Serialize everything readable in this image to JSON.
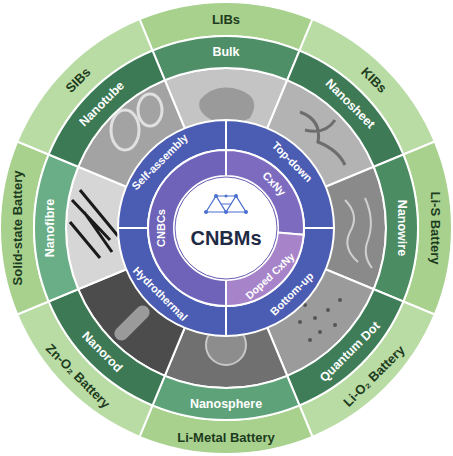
{
  "diagram": {
    "nodes": [
      {
        "text": [
          "LIBs"
        ]
      },
      {
        "text": [
          "KIBs"
        ]
      },
      {
        "text": [
          "Li-S Battery"
        ]
      },
      {
        "text": [
          "Li-O₂ Battery"
        ]
      },
      {
        "text": [
          "Li-Metal Battery"
        ]
      },
      {
        "text": [
          "Zn-O₂ Battery"
        ]
      },
      {
        "text": [
          "Solid-state Battery"
        ]
      },
      {
        "text": [
          "SIBs"
        ]
      },
      {
        "text": [
          "Bulk"
        ]
      },
      {
        "text": [
          "Nanosheet"
        ]
      },
      {
        "text": [
          "Nanowire"
        ]
      },
      {
        "text": [
          "Quantum Dot"
        ]
      },
      {
        "text": [
          "Nanosphere"
        ]
      },
      {
        "text": [
          "Nanorod"
        ]
      },
      {
        "text": [
          "Nanofibre"
        ]
      },
      {
        "text": [
          "Nanotube"
        ]
      },
      {
        "text": [
          "Top-down"
        ]
      },
      {
        "text": [
          "Bottom-up"
        ]
      },
      {
        "text": [
          "Hydrothermal"
        ]
      },
      {
        "text": [
          "Self-assembly"
        ]
      },
      {
        "text": [
          "CxNy"
        ]
      },
      {
        "text": [
          "Doped CxNy"
        ]
      },
      {
        "text": [
          "CNBCs"
        ]
      },
      {
        "text": [
          "CNBMs"
        ]
      }
    ]
  }
}
